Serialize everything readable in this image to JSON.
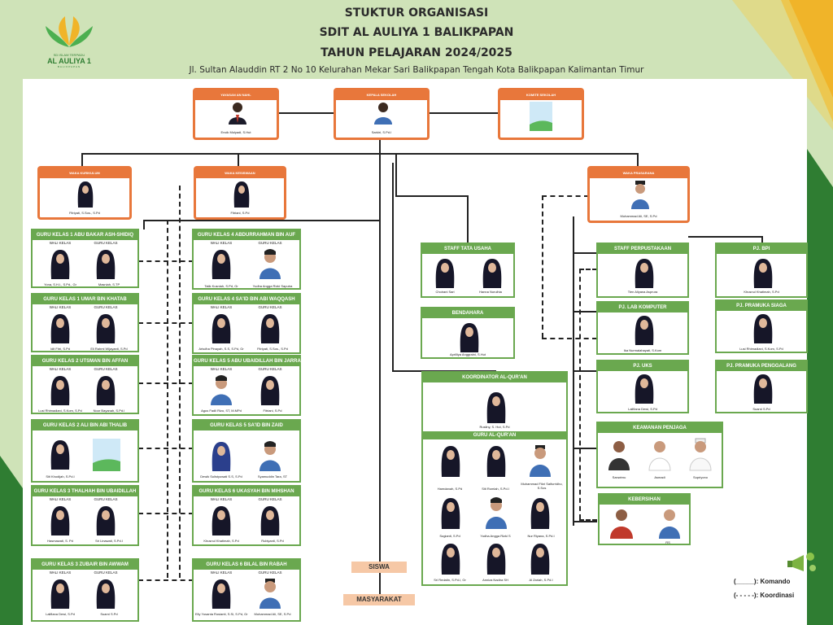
{
  "header": {
    "title1": "STUKTUR ORGANISASI",
    "title2": "SDIT AL AULIYA 1 BALIKPAPAN",
    "title3": "TAHUN PELAJARAN 2024/2025",
    "address": "Jl. Sultan Alauddin RT 2 No 10 Kelurahan Mekar Sari Balikpapan Tengah Kota Balikpapan Kalimantan Timur"
  },
  "logo": {
    "tagline": "SD ISLAM TERPADU",
    "name": "AL AULIYA 1",
    "city": "BALIKPAPAN"
  },
  "top": {
    "yayasan": {
      "title": "YAYASAN AN NAHL",
      "name": "Encik Mulyadi, S.Hut"
    },
    "kepala": {
      "title": "KEPALA SEKOLAH",
      "name": "Sarkiri, S.Pd.I"
    },
    "komite": {
      "title": "KOMITE SEKOLAH",
      "name": ""
    }
  },
  "waka": {
    "kurikulum": {
      "title": "WAKA KURIKULUM",
      "name": "Fitriyati, S.Sos., S.Pd"
    },
    "kesiswaan": {
      "title": "WAKA KESISWAAN",
      "name": "Fitriani, S.Pd"
    },
    "prasarana": {
      "title": "WAKA PRASARANA",
      "name": "Muhammad Ali, SE, S.Pd"
    }
  },
  "wali_label": "WALI KELAS",
  "guru_label": "GURU KELAS",
  "classes_left": [
    {
      "title": "GURU KELAS 1 ABU BAKAR ASH-SHIDIQ",
      "wali": "Yona, S.H.I., S.Pd., Gr",
      "guru": "Masniah, S.TP"
    },
    {
      "title": "GURU KELAS 1 UMAR BIN KHATAB",
      "wali": "Idit Fitri, S.Pd",
      "guru": "Eli Rahmi Wijayanti, S.Pd"
    },
    {
      "title": "GURU KELAS 2 UTSMAN BIN AFFAN",
      "wali": "Lusi Rhimadiani, S.Kom, S.Pd",
      "guru": "Noor Bayanah, S.Pd.I"
    },
    {
      "title": "GURU KELAS 2 ALI BIN ABI THALIB",
      "wali": "Siti Khodijah, S.Pd.I",
      "guru": ""
    },
    {
      "title": "GURU KELAS 3 THALHAH BIN UBAIDILLAH",
      "wali": "Hasmawati, S. Pd",
      "guru": "Sri Linawati, S.Pd.I"
    },
    {
      "title": "GURU KELAS 3 ZUBAIR BIN AWWAM",
      "wali": "Lailfiana Dewi, S.Pd",
      "guru": "Suarni S.Pd"
    }
  ],
  "classes_mid": [
    {
      "title": "GURU KELAS 4 ABDURRAHMAN BIN AUF",
      "wali": "Tatik Kusniah, S.Pd, Gr",
      "guru": "Yudha Angga Rizki Saputra"
    },
    {
      "title": "GURU KELAS 4 SA'ID BIN ABI WAQQASH",
      "wali": "Arisdha Pinayah, S.S, S.Pd, Gr",
      "guru": "Fitriyati, S.Sos., S.Pd"
    },
    {
      "title": "GURU KELAS 5 ABU UBAIDILLAH BIN JARRAH",
      "wali": "Agus Fadli Rizo, ST, M.MPd",
      "guru": "Fitriani, S.Pd"
    },
    {
      "title": "GURU KELAS 5 SA'ID BIN ZAID",
      "wali": "Dewik Sulistyowati S.S, S.Pd",
      "guru": "Syamuddin Tara, ST"
    },
    {
      "title": "GURU KELAS 6 UKASYAH BIN MIHSHAN",
      "wali": "Khusnul Khatimah, S.Pd",
      "guru": "Rubiyanti, S.Pd"
    },
    {
      "title": "GURU KELAS 6 BILAL BIN RABAH",
      "wali": "Elly Yusanta Rosianti, S.Si, S.Pd, Gr",
      "guru": "Muhammad Ali, SE, S.Pd"
    }
  ],
  "tata_usaha": {
    "title": "STAFF TATA USAHA",
    "p1": "Choirani Sari",
    "p2": "Hanna Norulhia"
  },
  "bendahara": {
    "title": "BENDAHARA",
    "name": "Aprilliya Anggraini, S.Hut"
  },
  "koordinator": {
    "title": "KOORDINATOR AL-QUR'AN",
    "name": "Rusliny, S. Hut, S.Pd"
  },
  "guru_quran": {
    "title": "GURU AL-QUR'AN",
    "names": [
      "Hamdanah, S.Pd",
      "Siti Romlah, S.Pd.I",
      "Muhammad Fikri Saifurridho, S.Sos",
      "Sugianti, S.Pd",
      "Yudha Angga Rizki S",
      "Nur Riyana, S.Pd.I",
      "Sri Redatin, S.Pd.I, Gr",
      "Anniza Nadira SH",
      "Al Zariah, S.Pd.I"
    ]
  },
  "perpustakaan": {
    "title": "STAFF PERPUSTAKAAN",
    "name": "Tien Aliyana Asprura"
  },
  "lab": {
    "title": "PJ. LAB KOMPUTER",
    "name": "Ika Nurmalahayati, S.Kom"
  },
  "uks": {
    "title": "PJ. UKS",
    "name": "Lailfiana Dewi, S.Pd"
  },
  "bpi": {
    "title": "PJ. BPI",
    "name": "Khusnul Khatimah, S.Pd"
  },
  "siaga": {
    "title": "PJ. PRAMUKA SIAGA",
    "name": "Lusi Rhimadiani, S.Kom, S.Pd"
  },
  "penggalang": {
    "title": "PJ. PRAMUKA PENGGALANG",
    "name": "Suarni S.Pd"
  },
  "keamanan": {
    "title": "KEAMANAN PENJAGA",
    "p1": "Sanwirnu",
    "p2": "Asmadi",
    "p3": "Supriyono"
  },
  "kebersihan": {
    "title": "KEBERSIHAN",
    "p1": "",
    "p2": "RS"
  },
  "siswa": "SISWA",
  "masyarakat": "MASYARAKAT",
  "legend": {
    "komando": "(_____): Komando",
    "koordinasi": "(- - - - -): Koordinasi"
  },
  "colors": {
    "orange": "#e8773b",
    "green": "#6aa84f",
    "bg": "#cfe3b8"
  }
}
